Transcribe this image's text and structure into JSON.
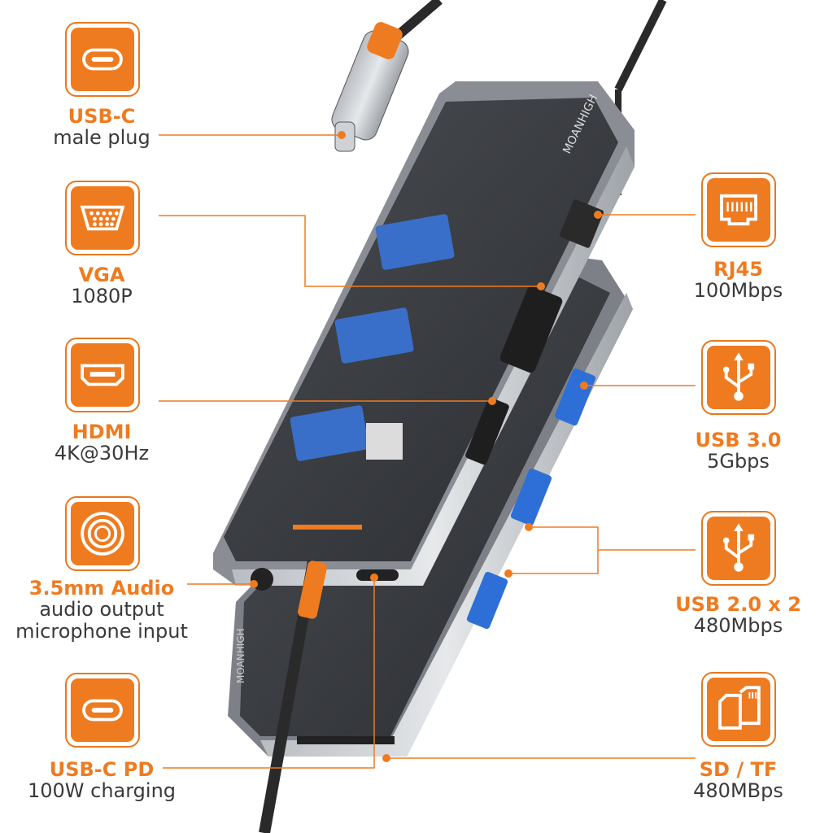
{
  "brand": "MOANHIGH",
  "colors": {
    "accent": "#ef7b20",
    "text": "#3a3a3a",
    "metal": "#9aa0a6",
    "usb3": "#2d6fd6"
  },
  "ports": {
    "usbc_in": {
      "title": "USB-C",
      "subtitle": "male plug",
      "icon": "usb-c-icon"
    },
    "vga": {
      "title": "VGA",
      "subtitle": "1080P",
      "icon": "vga-icon"
    },
    "hdmi": {
      "title": "HDMI",
      "subtitle": "4K@30Hz",
      "icon": "hdmi-icon"
    },
    "audio": {
      "title": "3.5mm Audio",
      "subtitle": "audio output",
      "subtitle2": "microphone input",
      "icon": "audio-jack-icon"
    },
    "usbc_pd": {
      "title": "USB-C PD",
      "subtitle": "100W charging",
      "icon": "usb-c-icon"
    },
    "rj45": {
      "title": "RJ45",
      "subtitle": "100Mbps",
      "icon": "ethernet-icon"
    },
    "usb3": {
      "title": "USB 3.0",
      "subtitle": "5Gbps",
      "icon": "usb-icon"
    },
    "usb2": {
      "title": "USB 2.0 x 2",
      "subtitle": "480Mbps",
      "icon": "usb-icon"
    },
    "sdtf": {
      "title": "SD / TF",
      "subtitle": "480MBps",
      "icon": "sd-card-icon"
    }
  }
}
